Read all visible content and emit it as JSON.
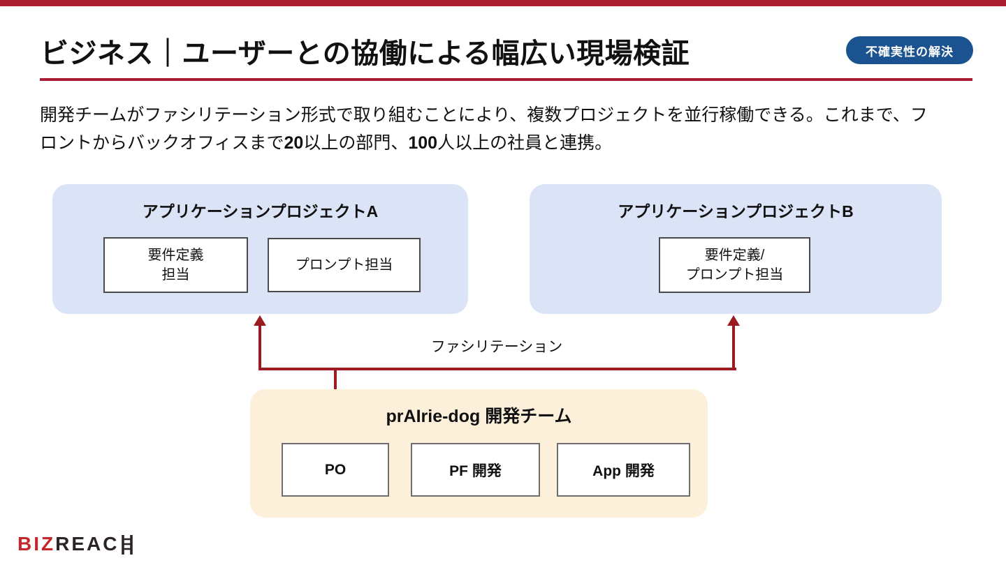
{
  "slide": {
    "title": "ビジネス｜ユーザーとの協働による幅広い現場検証",
    "badge_label": "不確実性の解決",
    "intro": {
      "line1": "開発チームがファシリテーション形式で取り組むことにより、複数プロジェクトを並行稼働できる。これまで、フ",
      "line2_pre": "ロントからバックオフィスまで",
      "line2_num1": "20",
      "line2_mid": "以上の部門、",
      "line2_num2": "100",
      "line2_post": "人以上の社員と連携。"
    },
    "colors": {
      "accent_red": "#A91E32",
      "arrow_red": "#9B1B21",
      "badge_blue": "#1B5391",
      "project_card_fill": "#DBE4F7",
      "team_card_fill": "#FCF0DB",
      "logo_red": "#C5262C",
      "logo_dark": "#2B2328"
    }
  },
  "diagram": {
    "project_a": {
      "title": "アプリケーションプロジェクトA",
      "role1_line1": "要件定義",
      "role1_line2": "担当",
      "role2": "プロンプト担当"
    },
    "project_b": {
      "title": "アプリケーションプロジェクトB",
      "role1_line1": "要件定義/",
      "role1_line2": "プロンプト担当"
    },
    "connector_label": "ファシリテーション",
    "dev_team": {
      "title": "prAIrie-dog 開発チーム",
      "members": [
        "PO",
        "PF 開発",
        "App 開発"
      ]
    }
  },
  "footer": {
    "logo_biz": "BIZ",
    "logo_reac": "REAC"
  }
}
